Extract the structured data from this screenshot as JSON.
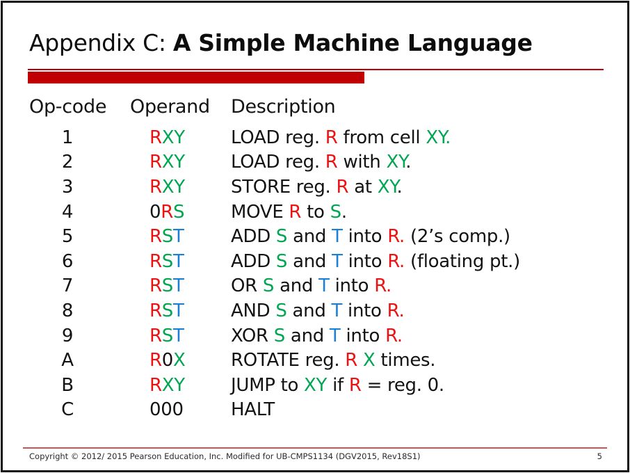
{
  "title": {
    "prefix": "Appendix C: ",
    "emphasis": "A Simple Machine Language"
  },
  "colors": {
    "accent_bar": "#c00000",
    "red": "#ee1111",
    "green": "#00a651",
    "blue": "#1c7fd6",
    "footer_rule": "#cc5555"
  },
  "table": {
    "headers": [
      "Op-code",
      "Operand",
      "Description"
    ],
    "rows": [
      {
        "op": "1",
        "operand": [
          [
            "R",
            "r"
          ],
          [
            "XY",
            "g"
          ]
        ],
        "desc": [
          [
            "LOAD reg. ",
            "k"
          ],
          [
            "R",
            "r"
          ],
          [
            " from cell ",
            "k"
          ],
          [
            "XY.",
            "g"
          ]
        ]
      },
      {
        "op": "2",
        "operand": [
          [
            "R",
            "r"
          ],
          [
            "XY",
            "g"
          ]
        ],
        "desc": [
          [
            "LOAD reg. ",
            "k"
          ],
          [
            "R",
            "r"
          ],
          [
            " with ",
            "k"
          ],
          [
            "XY",
            "g"
          ],
          [
            ".",
            "k"
          ]
        ]
      },
      {
        "op": "3",
        "operand": [
          [
            "R",
            "r"
          ],
          [
            "XY",
            "g"
          ]
        ],
        "desc": [
          [
            "STORE reg. ",
            "k"
          ],
          [
            "R",
            "r"
          ],
          [
            " at ",
            "k"
          ],
          [
            "XY",
            "g"
          ],
          [
            ".",
            "k"
          ]
        ]
      },
      {
        "op": "4",
        "operand": [
          [
            "0",
            "k"
          ],
          [
            "R",
            "r"
          ],
          [
            "S",
            "g"
          ]
        ],
        "desc": [
          [
            "MOVE ",
            "k"
          ],
          [
            "R",
            "r"
          ],
          [
            " to ",
            "k"
          ],
          [
            "S",
            "g"
          ],
          [
            ".",
            "k"
          ]
        ]
      },
      {
        "op": "5",
        "operand": [
          [
            "R",
            "r"
          ],
          [
            "S",
            "g"
          ],
          [
            "T",
            "b"
          ]
        ],
        "desc": [
          [
            "ADD ",
            "k"
          ],
          [
            "S",
            "g"
          ],
          [
            " and ",
            "k"
          ],
          [
            "T",
            "b"
          ],
          [
            " into ",
            "k"
          ],
          [
            "R.",
            "r"
          ],
          [
            " (2’s comp.)",
            "k"
          ]
        ]
      },
      {
        "op": "6",
        "operand": [
          [
            "R",
            "r"
          ],
          [
            "S",
            "g"
          ],
          [
            "T",
            "b"
          ]
        ],
        "desc": [
          [
            "ADD ",
            "k"
          ],
          [
            "S",
            "g"
          ],
          [
            " and ",
            "k"
          ],
          [
            "T",
            "b"
          ],
          [
            " into ",
            "k"
          ],
          [
            "R.",
            "r"
          ],
          [
            " (floating pt.)",
            "k"
          ]
        ]
      },
      {
        "op": "7",
        "operand": [
          [
            "R",
            "r"
          ],
          [
            "S",
            "g"
          ],
          [
            "T",
            "b"
          ]
        ],
        "desc": [
          [
            "OR ",
            "k"
          ],
          [
            "S",
            "g"
          ],
          [
            " and ",
            "k"
          ],
          [
            "T",
            "b"
          ],
          [
            " into ",
            "k"
          ],
          [
            "R.",
            "r"
          ]
        ]
      },
      {
        "op": "8",
        "operand": [
          [
            "R",
            "r"
          ],
          [
            "S",
            "g"
          ],
          [
            "T",
            "b"
          ]
        ],
        "desc": [
          [
            "AND ",
            "k"
          ],
          [
            "S",
            "g"
          ],
          [
            " and ",
            "k"
          ],
          [
            "T",
            "b"
          ],
          [
            " into ",
            "k"
          ],
          [
            "R.",
            "r"
          ]
        ]
      },
      {
        "op": "9",
        "operand": [
          [
            "R",
            "r"
          ],
          [
            "S",
            "g"
          ],
          [
            "T",
            "b"
          ]
        ],
        "desc": [
          [
            "XOR ",
            "k"
          ],
          [
            "S",
            "g"
          ],
          [
            " and ",
            "k"
          ],
          [
            "T",
            "b"
          ],
          [
            " into ",
            "k"
          ],
          [
            "R.",
            "r"
          ]
        ]
      },
      {
        "op": "A",
        "operand": [
          [
            "R",
            "r"
          ],
          [
            "0",
            "k"
          ],
          [
            "X",
            "g"
          ]
        ],
        "desc": [
          [
            "ROTATE reg. ",
            "k"
          ],
          [
            "R",
            "r"
          ],
          [
            " ",
            "k"
          ],
          [
            "X",
            "g"
          ],
          [
            " times.",
            "k"
          ]
        ]
      },
      {
        "op": "B",
        "operand": [
          [
            "R",
            "r"
          ],
          [
            "XY",
            "g"
          ]
        ],
        "desc": [
          [
            "JUMP to ",
            "k"
          ],
          [
            "XY",
            "g"
          ],
          [
            " if ",
            "k"
          ],
          [
            "R",
            "r"
          ],
          [
            " = reg. 0.",
            "k"
          ]
        ]
      },
      {
        "op": "C",
        "operand": [
          [
            "000",
            "k"
          ]
        ],
        "desc": [
          [
            "HALT",
            "k"
          ]
        ]
      }
    ]
  },
  "footer": {
    "copyright": "Copyright © 2012/ 2015 Pearson Education, Inc. Modified for UB-CMPS1134 (DGV2015, Rev18S1)",
    "page_number": "5"
  }
}
